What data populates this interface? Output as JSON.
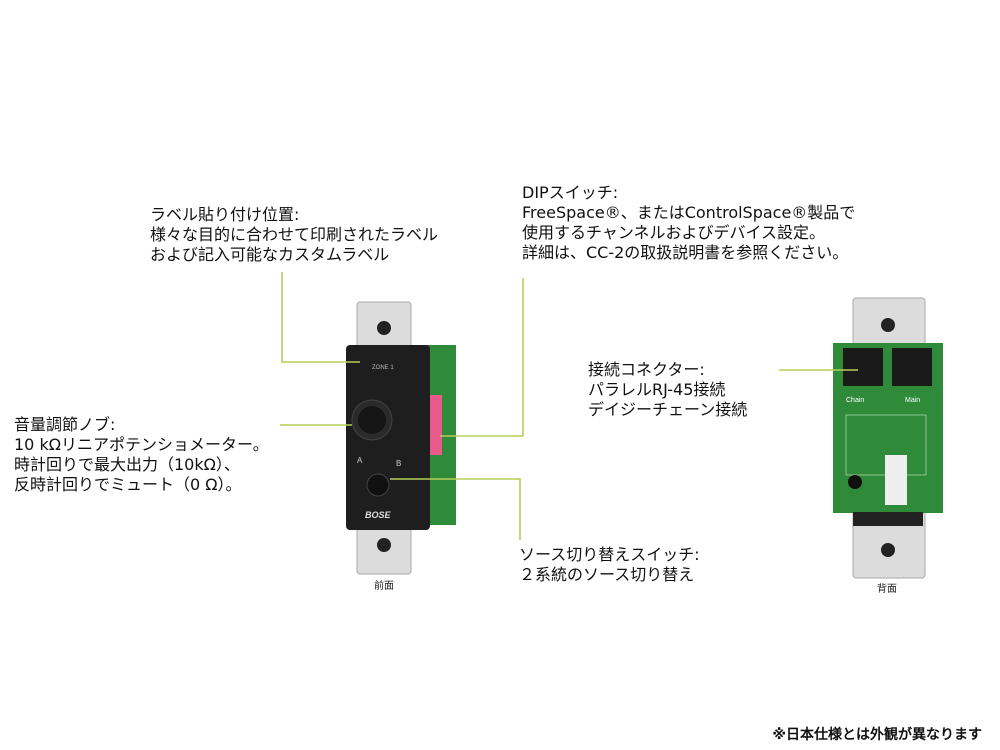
{
  "callouts": {
    "label_position": {
      "lines": [
        "ラベル貼り付け位置:",
        "様々な目的に合わせて印刷されたラベル",
        "および記入可能なカスタムラベル"
      ]
    },
    "dip_switch": {
      "lines": [
        "DIPスイッチ:",
        "FreeSpace®、またはControlSpace®製品で",
        "使用するチャンネルおよびデバイス設定。",
        "詳細は、CC-2の取扱説明書を参照ください。"
      ]
    },
    "volume_knob": {
      "lines": [
        "音量調節ノブ:",
        "10 kΩリニアポテンショメーター。",
        "時計回りで最大出力（10kΩ）、",
        "反時計回りでミュート（0 Ω）。"
      ]
    },
    "connector": {
      "lines": [
        "接続コネクター:",
        "パラレルRJ-45接続",
        "デイジーチェーン接続"
      ]
    },
    "source_switch": {
      "lines": [
        "ソース切り替えスイッチ:",
        "２系統のソース切り替え"
      ]
    }
  },
  "device_front": {
    "zone_label": "ZONE 1",
    "switch_a": "A",
    "switch_b": "B",
    "brand": "BOSE"
  },
  "device_back": {
    "port_label_left": "Chain",
    "port_label_right": "Main"
  },
  "captions": {
    "front": "前面",
    "back": "背面"
  },
  "footnote": "※日本仕様とは外観が異なります",
  "colors": {
    "leader_line": "#b5cf5a",
    "faceplate": "#1e1e1e",
    "pcb": "#2f8a3a",
    "bracket": "#d9d9d9"
  }
}
